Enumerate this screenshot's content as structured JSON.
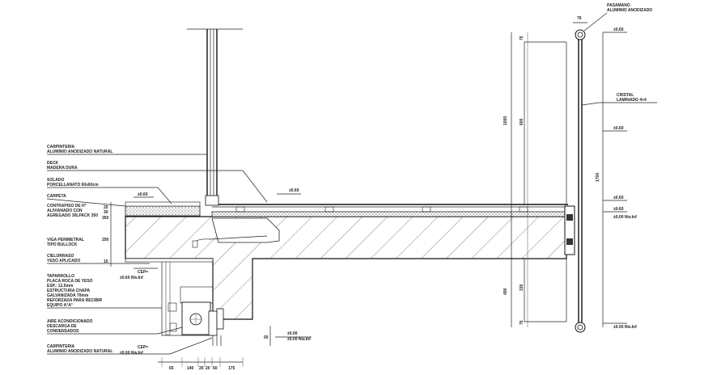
{
  "labels": {
    "carpinteria_top_1": "CARPINTERIA",
    "carpinteria_top_2": "ALUMINIO ANODIZADO NATURAL",
    "deck_1": "DECK",
    "deck_2": "MADERA DURA",
    "solado_1": "SOLADO",
    "solado_2": "PORCELLANATO 60x60cm",
    "carpeta": "CARPETA",
    "contrapiso_1": "CONTRAPISO DE H°",
    "contrapiso_2": "ALIVIANADO CON",
    "contrapiso_3": "AGREGADO 30LPACK 350",
    "viga_1": "VIGA PERIMETRAL",
    "viga_2": "TIPO BULLOCK",
    "cielorraso_1": "CIELORRASO",
    "cielorraso_2": "YESO APLICADO",
    "tapa_1": "TAPARROLLO",
    "tapa_2": "PLACA ROCA DE YESO",
    "tapa_3": "ESP.: 12.5mm",
    "tapa_4": "ESTRUCTURA CHAPA",
    "tapa_5": "GALVANIZADA 70mm",
    "tapa_6": "REFORZADA PARA RECIBIR",
    "tapa_7": "EQUIPO A°A°",
    "aire_1": "AIRE ACONDICIONADO",
    "aire_2": "DESCARGA DE",
    "aire_3": "CONDENSADOS",
    "carpinteria_bot_1": "CARPINTERIA",
    "carpinteria_bot_2": "ALUMINIO ANODIZADO NATURAL",
    "pasamano_1": "PASAMANO",
    "pasamano_2": "ALUMINIO ANODIZADO",
    "cristal_1": "CRISTAL",
    "cristal_2": "LAMINADO 4+4",
    "level_060_a": "±0.60",
    "level_060_b": "±0.60",
    "level_000_nlinf": "±0.00 Niv.Inf",
    "level_060_deck": "±0.60",
    "level_000_right": "±0.00 Niv.Inf",
    "level_000_mid": "±0.00",
    "level_000_mid_nl": "±0.00 Niv.Inf",
    "level_0_60_r1": "±0.60",
    "level_0_60_r2": "±0.60",
    "level_0_60_r3": "±0.60",
    "level_0_00_bot": "±0.00 Niv.Inf",
    "cep_label_1": "CEP=",
    "cep_label_2": "CEP=",
    "cep_val_1": "±0.60 Niv.Inf",
    "cep_val_2": "±0.00 Niv.Inf"
  },
  "dims": {
    "d_76": "76",
    "d_75_top": "75",
    "d_1000": "1000",
    "d_600": "600",
    "d_1700": "1700",
    "d_400": "400",
    "d_330": "330",
    "d_75_bot": "75",
    "d_25": "25",
    "d_30": "30",
    "d_350": "350",
    "d_250": "250",
    "d_10": "10",
    "d_50": "50",
    "b_65": "65",
    "b_140": "140",
    "b_20a": "20",
    "b_20b": "20",
    "b_60": "60",
    "b_175": "175"
  }
}
